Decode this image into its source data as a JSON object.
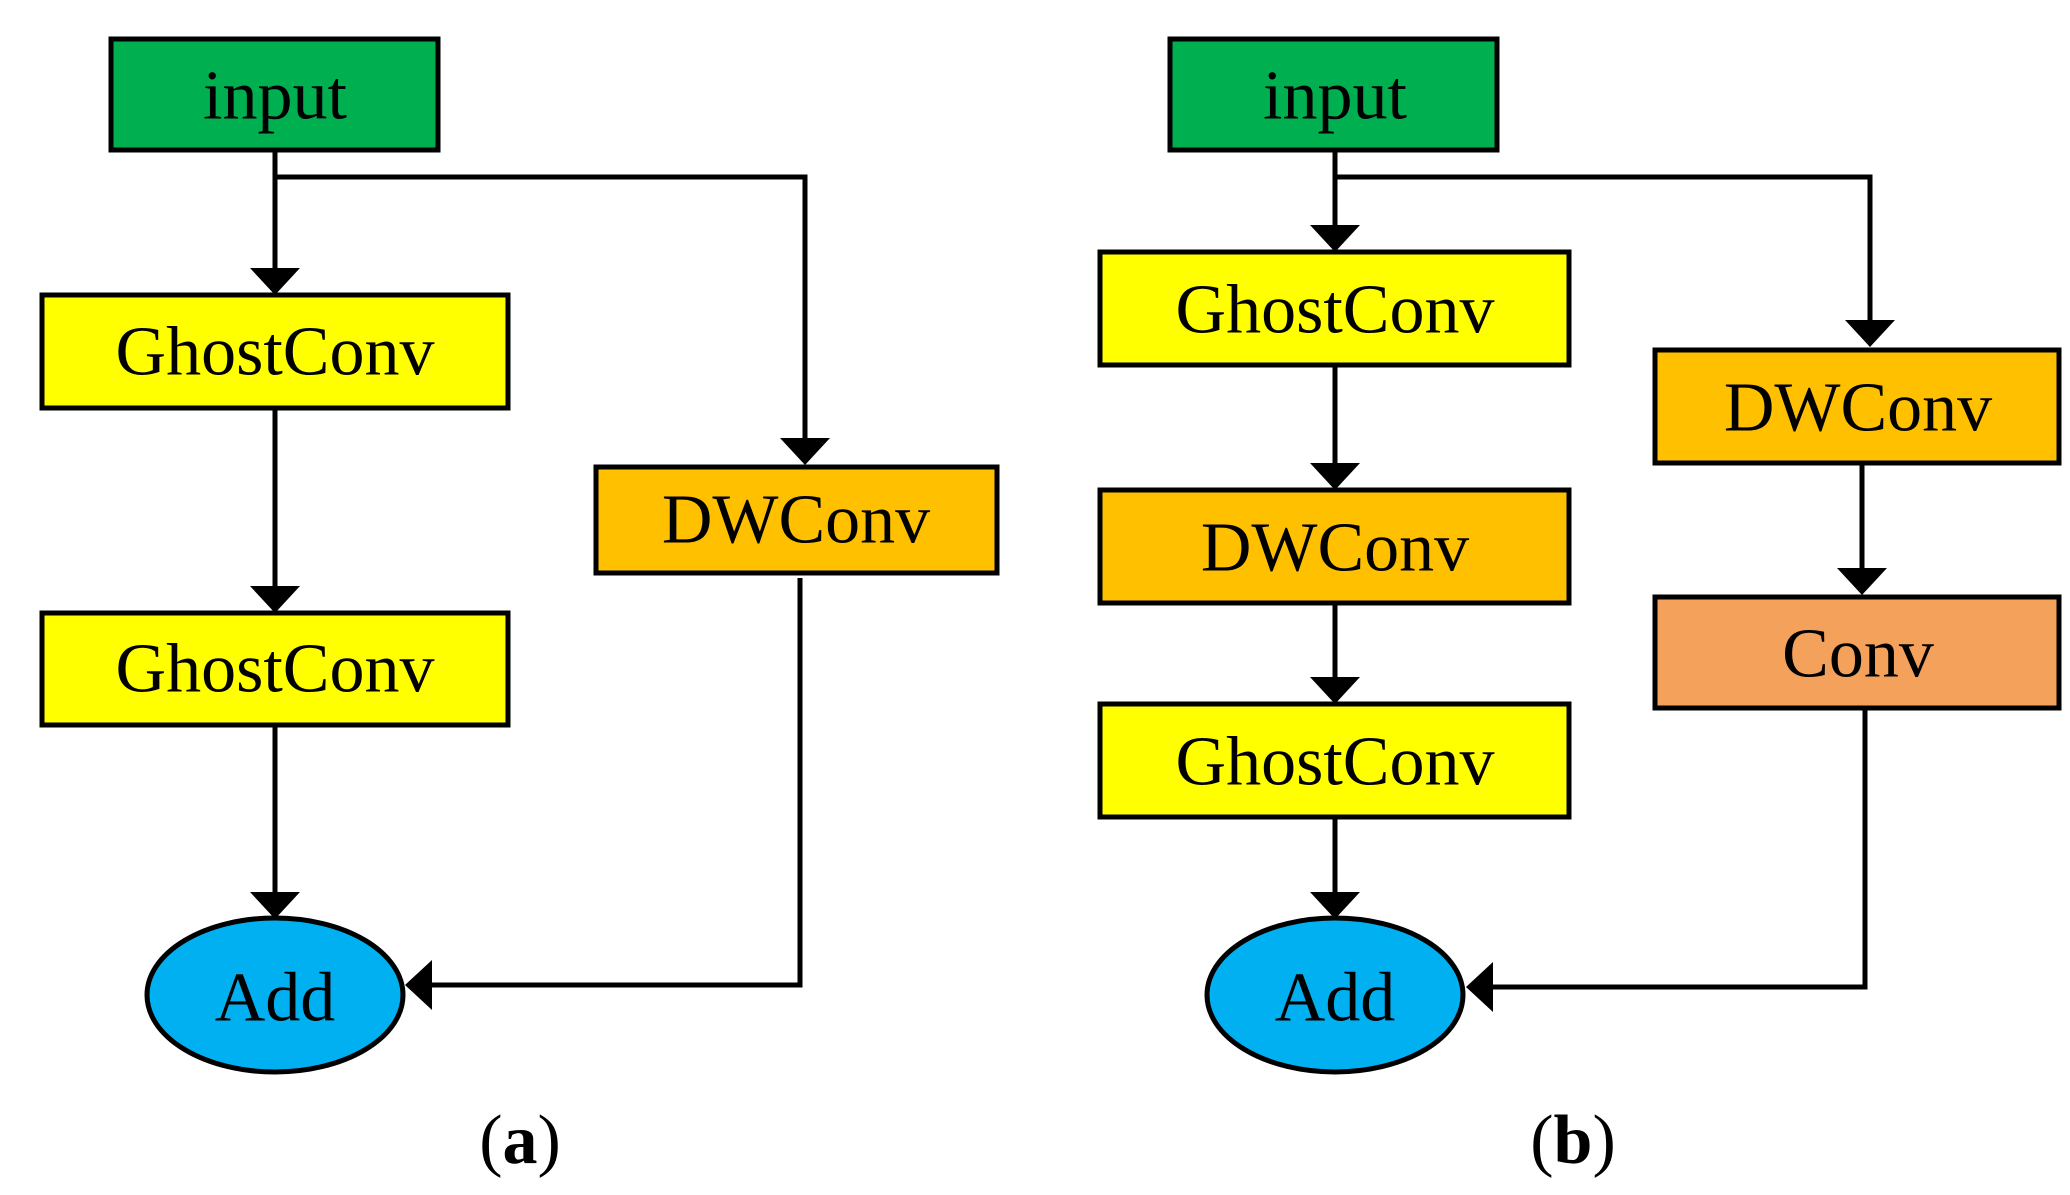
{
  "colors": {
    "input": "#00B050",
    "ghostconv": "#FFFF00",
    "dwconv": "#FFC000",
    "conv": "#F4A15C",
    "add": "#00B0F0",
    "edge": "#000000"
  },
  "diagram_a": {
    "input": "input",
    "ghostconv_1": "GhostConv",
    "ghostconv_2": "GhostConv",
    "dwconv": "DWConv",
    "add": "Add",
    "caption_open": "(",
    "caption_letter": "a",
    "caption_close": ")"
  },
  "diagram_b": {
    "input": "input",
    "ghostconv_1": "GhostConv",
    "dwconv_main": "DWConv",
    "ghostconv_2": "GhostConv",
    "dwconv_branch": "DWConv",
    "conv": "Conv",
    "add": "Add",
    "caption_open": "(",
    "caption_letter": "b",
    "caption_close": ")"
  }
}
